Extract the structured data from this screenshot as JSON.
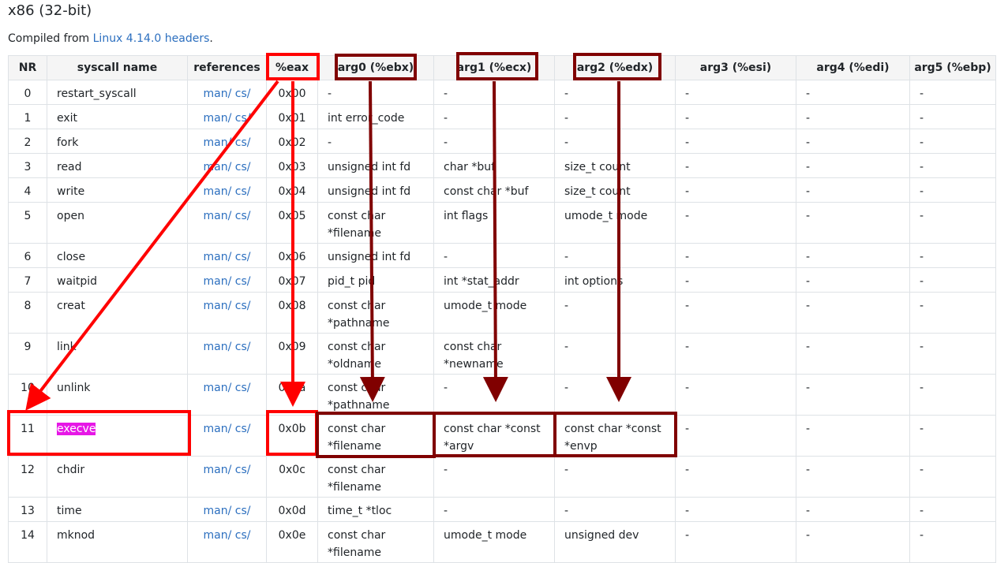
{
  "page": {
    "title": "x86 (32-bit)",
    "compiled_prefix": "Compiled from ",
    "compiled_link": "Linux 4.14.0 headers",
    "compiled_suffix": "."
  },
  "table": {
    "headers": {
      "nr": "NR",
      "name": "syscall name",
      "refs": "references",
      "eax": "%eax",
      "arg0": "arg0 (%ebx)",
      "arg1": "arg1 (%ecx)",
      "arg2": "arg2 (%edx)",
      "arg3": "arg3 (%esi)",
      "arg4": "arg4 (%edi)",
      "arg5": "arg5 (%ebp)"
    },
    "ref_man": "man/",
    "ref_cs": "cs/",
    "rows": [
      {
        "nr": "0",
        "name": "restart_syscall",
        "eax": "0x00",
        "arg0": "-",
        "arg1": "-",
        "arg2": "-",
        "arg3": "-",
        "arg4": "-",
        "arg5": "-"
      },
      {
        "nr": "1",
        "name": "exit",
        "eax": "0x01",
        "arg0": "int error_code",
        "arg1": "-",
        "arg2": "-",
        "arg3": "-",
        "arg4": "-",
        "arg5": "-"
      },
      {
        "nr": "2",
        "name": "fork",
        "eax": "0x02",
        "arg0": "-",
        "arg1": "-",
        "arg2": "-",
        "arg3": "-",
        "arg4": "-",
        "arg5": "-"
      },
      {
        "nr": "3",
        "name": "read",
        "eax": "0x03",
        "arg0": "unsigned int fd",
        "arg1": "char *buf",
        "arg2": "size_t count",
        "arg3": "-",
        "arg4": "-",
        "arg5": "-"
      },
      {
        "nr": "4",
        "name": "write",
        "eax": "0x04",
        "arg0": "unsigned int fd",
        "arg1": "const char *buf",
        "arg2": "size_t count",
        "arg3": "-",
        "arg4": "-",
        "arg5": "-"
      },
      {
        "nr": "5",
        "name": "open",
        "eax": "0x05",
        "arg0": "const char *filename",
        "arg1": "int flags",
        "arg2": "umode_t mode",
        "arg3": "-",
        "arg4": "-",
        "arg5": "-"
      },
      {
        "nr": "6",
        "name": "close",
        "eax": "0x06",
        "arg0": "unsigned int fd",
        "arg1": "-",
        "arg2": "-",
        "arg3": "-",
        "arg4": "-",
        "arg5": "-"
      },
      {
        "nr": "7",
        "name": "waitpid",
        "eax": "0x07",
        "arg0": "pid_t pid",
        "arg1": "int *stat_addr",
        "arg2": "int options",
        "arg3": "-",
        "arg4": "-",
        "arg5": "-"
      },
      {
        "nr": "8",
        "name": "creat",
        "eax": "0x08",
        "arg0": "const char *pathname",
        "arg1": "umode_t mode",
        "arg2": "-",
        "arg3": "-",
        "arg4": "-",
        "arg5": "-"
      },
      {
        "nr": "9",
        "name": "link",
        "eax": "0x09",
        "arg0": "const char *oldname",
        "arg1": "const char *newname",
        "arg2": "-",
        "arg3": "-",
        "arg4": "-",
        "arg5": "-"
      },
      {
        "nr": "10",
        "name": "unlink",
        "eax": "0x0a",
        "arg0": "const char *pathname",
        "arg1": "-",
        "arg2": "-",
        "arg3": "-",
        "arg4": "-",
        "arg5": "-"
      },
      {
        "nr": "11",
        "name": "execve",
        "eax": "0x0b",
        "arg0": "const char *filename",
        "arg1": "const char *const *argv",
        "arg2": "const char *const *envp",
        "arg3": "-",
        "arg4": "-",
        "arg5": "-"
      },
      {
        "nr": "12",
        "name": "chdir",
        "eax": "0x0c",
        "arg0": "const char *filename",
        "arg1": "-",
        "arg2": "-",
        "arg3": "-",
        "arg4": "-",
        "arg5": "-"
      },
      {
        "nr": "13",
        "name": "time",
        "eax": "0x0d",
        "arg0": "time_t *tloc",
        "arg1": "-",
        "arg2": "-",
        "arg3": "-",
        "arg4": "-",
        "arg5": "-"
      },
      {
        "nr": "14",
        "name": "mknod",
        "eax": "0x0e",
        "arg0": "const char *filename",
        "arg1": "umode_t mode",
        "arg2": "unsigned dev",
        "arg3": "-",
        "arg4": "-",
        "arg5": "-"
      }
    ]
  },
  "colors": {
    "annotation_red": "#ff0000",
    "annotation_dark_red": "#800000",
    "highlight_magenta": "#e617e6",
    "link_blue": "#2c6fbf"
  }
}
